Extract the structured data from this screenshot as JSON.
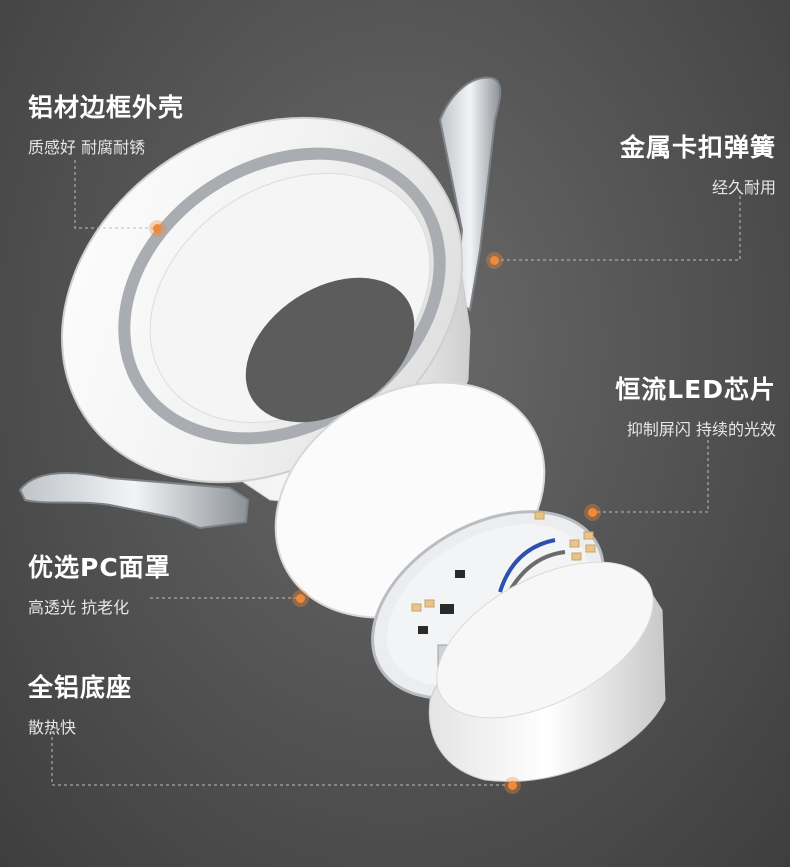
{
  "accent": "#f08a3a",
  "callouts": [
    {
      "title": "铝材边框外壳",
      "subtitle": "质感好 耐腐耐锈"
    },
    {
      "title": "金属卡扣弹簧",
      "subtitle": "经久耐用"
    },
    {
      "title": "恒流LED芯片",
      "subtitle": "抑制屏闪 持续的光效"
    },
    {
      "title": "优选PC面罩",
      "subtitle": "高透光 抗老化"
    },
    {
      "title": "全铝底座",
      "subtitle": "散热快"
    }
  ]
}
